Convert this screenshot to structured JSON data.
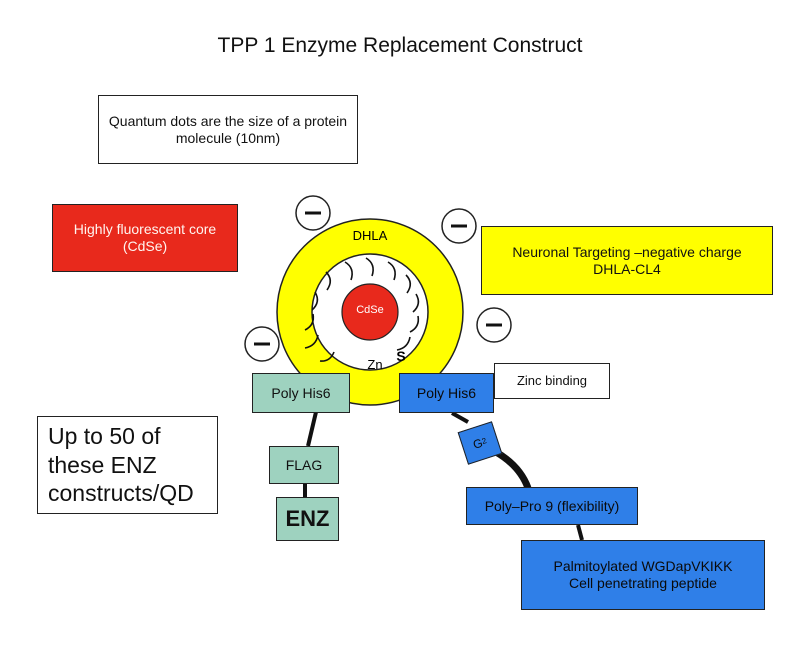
{
  "title": "TPP 1 Enzyme Replacement Construct",
  "notes": {
    "size_note": "Quantum dots are the size of a protein molecule (10nm)",
    "constructs_note": "Up to 50 of these ENZ constructs/QD",
    "zinc_binding": "Zinc binding"
  },
  "labels": {
    "fluorescent_core": "Highly fluorescent core (CdSe)",
    "neuronal_targeting": "Neuronal Targeting –negative charge DHLA-CL4",
    "dhla": "DHLA",
    "cdse": "CdSe",
    "zn": "Zn",
    "s": "S",
    "minus": "−"
  },
  "left_chain": {
    "poly_his": "Poly His6",
    "flag": "FLAG",
    "enz": "ENZ"
  },
  "right_chain": {
    "poly_his": "Poly His6",
    "g2_letter": "G",
    "g2_sub": "2",
    "poly_pro": "Poly–Pro 9 (flexibility)",
    "peptide": "Palmitoylated WGDapVKIKK Cell penetrating peptide"
  },
  "colors": {
    "core": "#e8291c",
    "shell": "#ffff00",
    "green": "#9ed2bf",
    "blue": "#2f7fe8"
  }
}
